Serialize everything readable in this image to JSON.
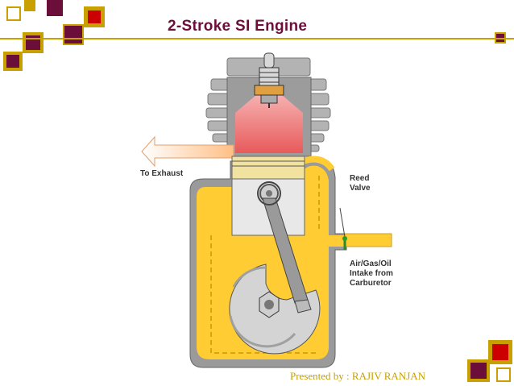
{
  "title": "2-Stroke  SI  Engine",
  "labels": {
    "exhaust": "To Exhaust",
    "reed_line1": "Reed",
    "reed_line2": "Valve",
    "intake_line1": "Air/Gas/Oil",
    "intake_line2": "Intake from",
    "intake_line3": "Carburetor"
  },
  "footer": "Presented by : RAJIV  RANJAN",
  "colors": {
    "accent_gold": "#c8a000",
    "accent_maroon": "#6b0f3a",
    "accent_red": "#cc0000",
    "fuel_yellow": "#ffcc33",
    "engine_gray": "#b0b0b0",
    "combustion_red": "#f08080"
  }
}
